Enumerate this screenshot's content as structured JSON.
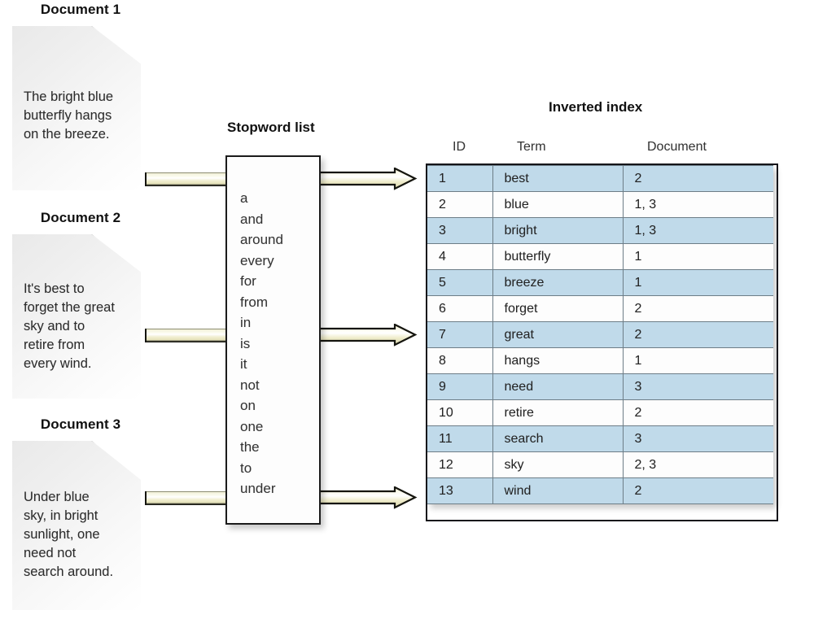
{
  "documents": [
    {
      "title": "Document 1",
      "text": "The bright blue\nbutterfly hangs\non the breeze."
    },
    {
      "title": "Document 2",
      "text": "It's best to\nforget the great\nsky and to\nretire from\nevery wind."
    },
    {
      "title": "Document 3",
      "text": "Under blue\nsky, in bright\nsunlight, one\nneed not\nsearch around."
    }
  ],
  "stopword": {
    "title": "Stopword list",
    "words": [
      "a",
      "and",
      "around",
      "every",
      "for",
      "from",
      "in",
      "is",
      "it",
      "not",
      "on",
      "one",
      "the",
      "to",
      "under"
    ]
  },
  "inverted_index": {
    "title": "Inverted index",
    "columns": [
      "ID",
      "Term",
      "Document"
    ],
    "rows": [
      {
        "id": "1",
        "term": "best",
        "document": "2"
      },
      {
        "id": "2",
        "term": "blue",
        "document": "1, 3"
      },
      {
        "id": "3",
        "term": "bright",
        "document": "1, 3"
      },
      {
        "id": "4",
        "term": "butterfly",
        "document": "1"
      },
      {
        "id": "5",
        "term": "breeze",
        "document": "1"
      },
      {
        "id": "6",
        "term": "forget",
        "document": "2"
      },
      {
        "id": "7",
        "term": "great",
        "document": "2"
      },
      {
        "id": "8",
        "term": "hangs",
        "document": "1"
      },
      {
        "id": "9",
        "term": "need",
        "document": "3"
      },
      {
        "id": "10",
        "term": "retire",
        "document": "2"
      },
      {
        "id": "11",
        "term": "search",
        "document": "3"
      },
      {
        "id": "12",
        "term": "sky",
        "document": "2, 3"
      },
      {
        "id": "13",
        "term": "wind",
        "document": "2"
      }
    ]
  },
  "arrows": [
    {
      "name": "arrow-doc1-to-stopword"
    },
    {
      "name": "arrow-stopword-to-index-1"
    },
    {
      "name": "arrow-doc2-to-stopword"
    },
    {
      "name": "arrow-stopword-to-index-2"
    },
    {
      "name": "arrow-doc3-to-stopword"
    },
    {
      "name": "arrow-stopword-to-index-3"
    }
  ],
  "colors": {
    "row_highlight": "#c0daea",
    "row_plain": "#fdfdfd",
    "arrow_fill": "#eeecc9",
    "arrow_stroke": "#15150f",
    "table_border": "#15151a",
    "grid_line": "#6d7d87",
    "text": "#222222"
  }
}
